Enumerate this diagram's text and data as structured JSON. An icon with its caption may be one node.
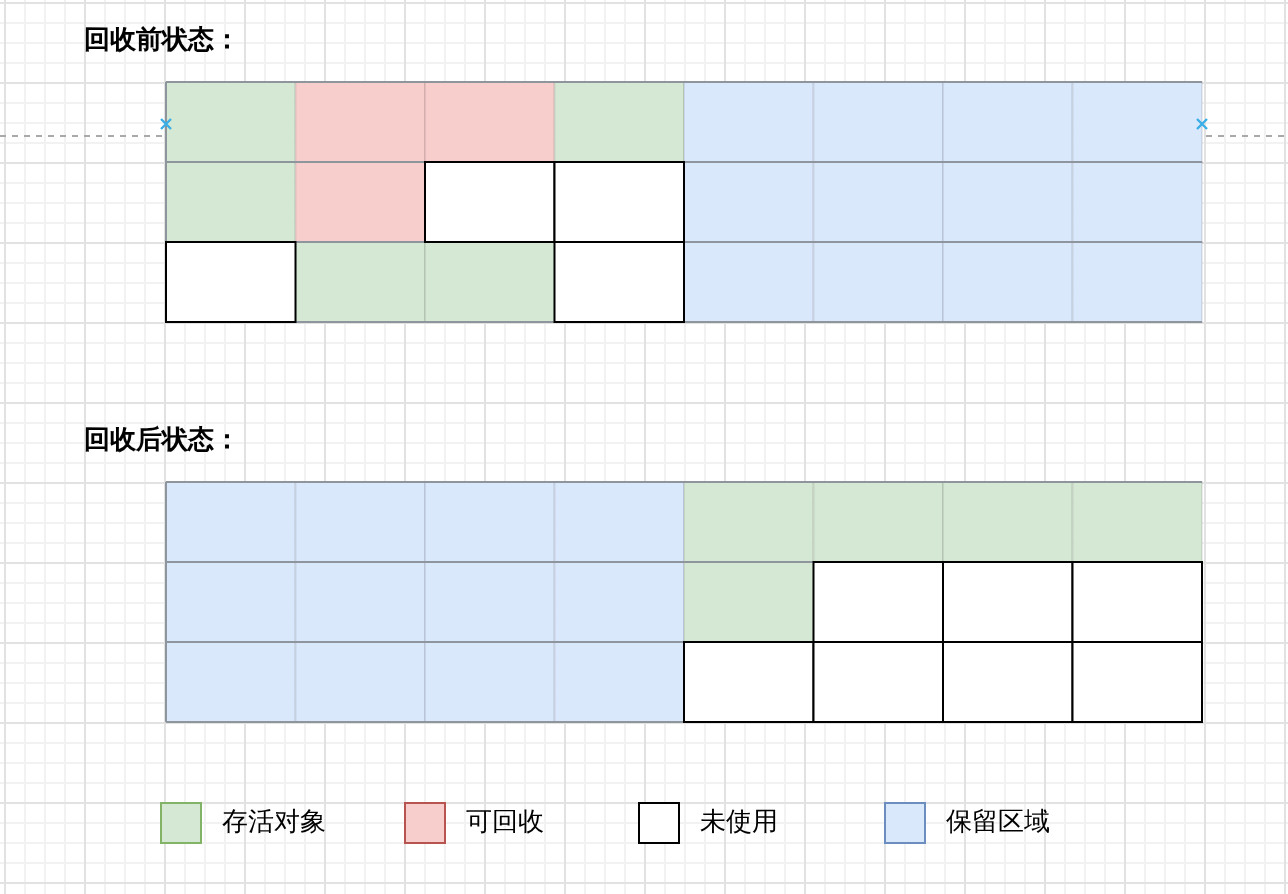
{
  "diagram": {
    "labels": [
      "回收前状态：",
      "回收后状态："
    ],
    "legend": [
      {
        "text": "存活对象",
        "color": "#d5e8d4"
      },
      {
        "text": "可回收",
        "color": "#f8cecc"
      },
      {
        "text": "未使用",
        "color": "#ffffff"
      },
      {
        "text": "保留区域",
        "color": "#dae8fc"
      }
    ]
  }
}
